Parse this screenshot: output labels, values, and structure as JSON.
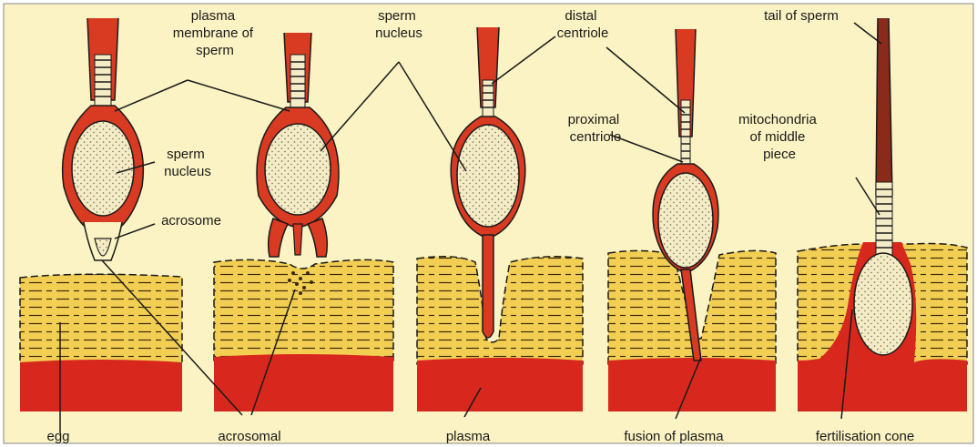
{
  "labels": {
    "plasma_membrane": [
      "plasma",
      "membrane of",
      "sperm"
    ],
    "sperm_nucleus_top": [
      "sperm",
      "nucleus"
    ],
    "distal_centriole": [
      "distal",
      "centriole"
    ],
    "tail_of_sperm": "tail of sperm",
    "sperm_nucleus_left": [
      "sperm",
      "nucleus"
    ],
    "acrosome": "acrosome",
    "proximal_centriole": [
      "proximal",
      "centriole"
    ],
    "mitochondria": [
      "mitochondria",
      "of middle",
      "piece"
    ],
    "egg": "egg",
    "acrosomal": "acrosomal",
    "plasma": "plasma",
    "fusion_of_plasma": "fusion of plasma",
    "fertilisation_cone": "fertilisation cone"
  },
  "colors": {
    "background": "#fbf3c3",
    "cytoplasm": "#f2cf52",
    "cortex": "#d8281d",
    "sperm_body": "#d83a22",
    "nucleus": "#f4ecc6",
    "outline": "#1a1a1a"
  }
}
